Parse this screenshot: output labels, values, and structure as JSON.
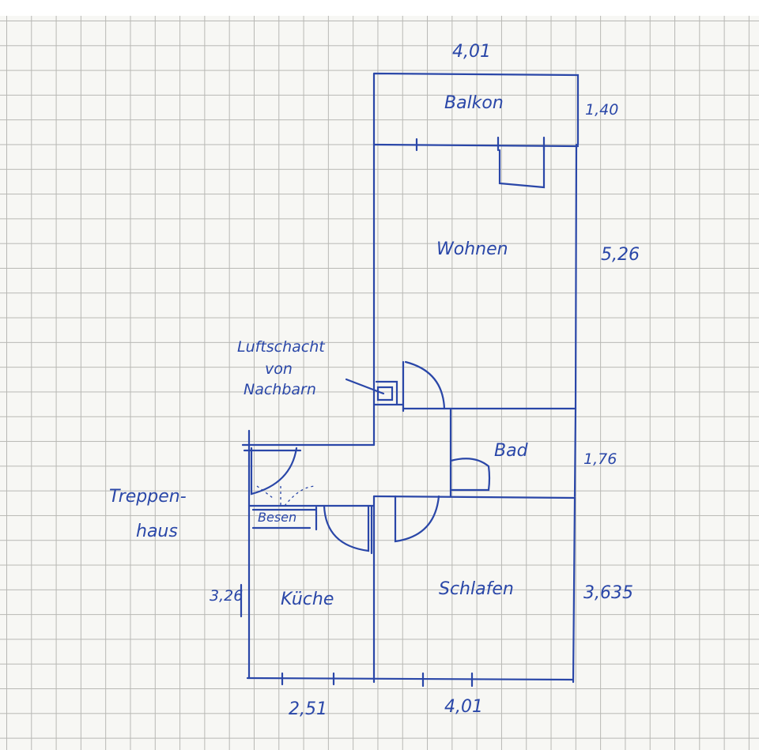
{
  "rooms": {
    "balkon": "Balkon",
    "wohnen": "Wohnen",
    "bad": "Bad",
    "schlafen": "Schlafen",
    "kueche": "Küche",
    "treppenhaus_line1": "Treppen-",
    "treppenhaus_line2": "haus",
    "besen": "Besen"
  },
  "annotations": {
    "luftschacht_line1": "Luftschacht",
    "luftschacht_line2": "von",
    "luftschacht_line3": "Nachbarn"
  },
  "dimensions": {
    "top_width": "4,01",
    "balkon_depth": "1,40",
    "wohnen_depth": "5,26",
    "bad_depth": "1,76",
    "schlafen_depth": "3,635",
    "kueche_depth": "3,26",
    "kueche_width": "2,51",
    "schlafen_width": "4,01"
  },
  "colors": {
    "ink": "#2a47a8",
    "grid": "#b8b8b4"
  }
}
